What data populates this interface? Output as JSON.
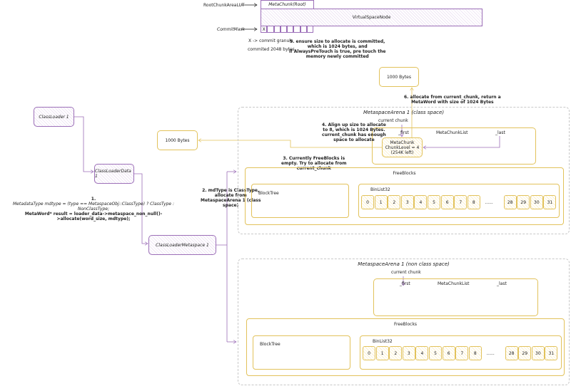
{
  "top": {
    "root_lut": "RootChunkAreaLUT",
    "metachunk_root": "MetaChunk(Root)",
    "vsn": "VirtualSpaceNode",
    "commit_mask": "CommitMask",
    "mask_cells": [
      "X",
      "",
      "",
      "",
      "",
      "",
      "",
      ""
    ],
    "legend1": "X -> commit granule",
    "legend2": "commited 2048 bytes"
  },
  "notes": {
    "n1": [
      "1.",
      "MetadataType mdtype = (type == MetaspaceObj::ClassType) ? ClassType : NonClassType;",
      "MetaWord* result = loader_data->metaspace_non_null()->allocate(word_size, mdtype);"
    ],
    "n2": [
      "2. mdType is ClassType,",
      "allocate from",
      "MetaspaceArena 1 (class",
      "space)"
    ],
    "n3": [
      "3. Currently FreeBlocks is",
      "empty. Try to allocate from",
      "current_chunk"
    ],
    "n4": [
      "4. Align up size to allocate",
      "to 8, which is 1024 Bytes.",
      "current_chunk has enough",
      "space to allocate"
    ],
    "n5": [
      "5. ensure size to allocate is committed,",
      "which is 1024 bytes, and",
      "if AlwaysPreTouch is true, pre touch the",
      "memory newly committed"
    ],
    "n6": [
      "6. allocate from current_chunk, return a",
      "MetaWord with size of 1024 Bytes"
    ]
  },
  "loaders": {
    "cl": "ClassLoader 1",
    "cld": "ClassLoaderData 1",
    "clm": "ClassLoaderMetaspace 1"
  },
  "bytes_top": "1000 Bytes",
  "bytes_left": "1000 Bytes",
  "arena1": {
    "title": "MetaspaceArena 1 (class space)",
    "current_chunk": "current chunk",
    "list": "MetaChunkList",
    "first": "_first",
    "last": "_last",
    "chunk": [
      "MetaChunk",
      "ChunkLevel = 4",
      "(254K left)"
    ],
    "freeblocks": "FreeBlocks",
    "blocktree": "BlockTree",
    "binlist": "BinList32"
  },
  "arena2": {
    "title": "MetaspaceArena 1 (non class space)",
    "current_chunk": "current chunk",
    "list": "MetaChunkList",
    "first": "_first",
    "last": "_last",
    "freeblocks": "FreeBlocks",
    "blocktree": "BlockTree",
    "binlist": "BinList32"
  },
  "bins": [
    "0",
    "1",
    "2",
    "3",
    "4",
    "5",
    "6",
    "7",
    "8",
    "28",
    "29",
    "30",
    "31"
  ],
  "ellipsis": "......",
  "colors": {
    "purple": "#9c6fb8",
    "yellow": "#e2c25b"
  }
}
